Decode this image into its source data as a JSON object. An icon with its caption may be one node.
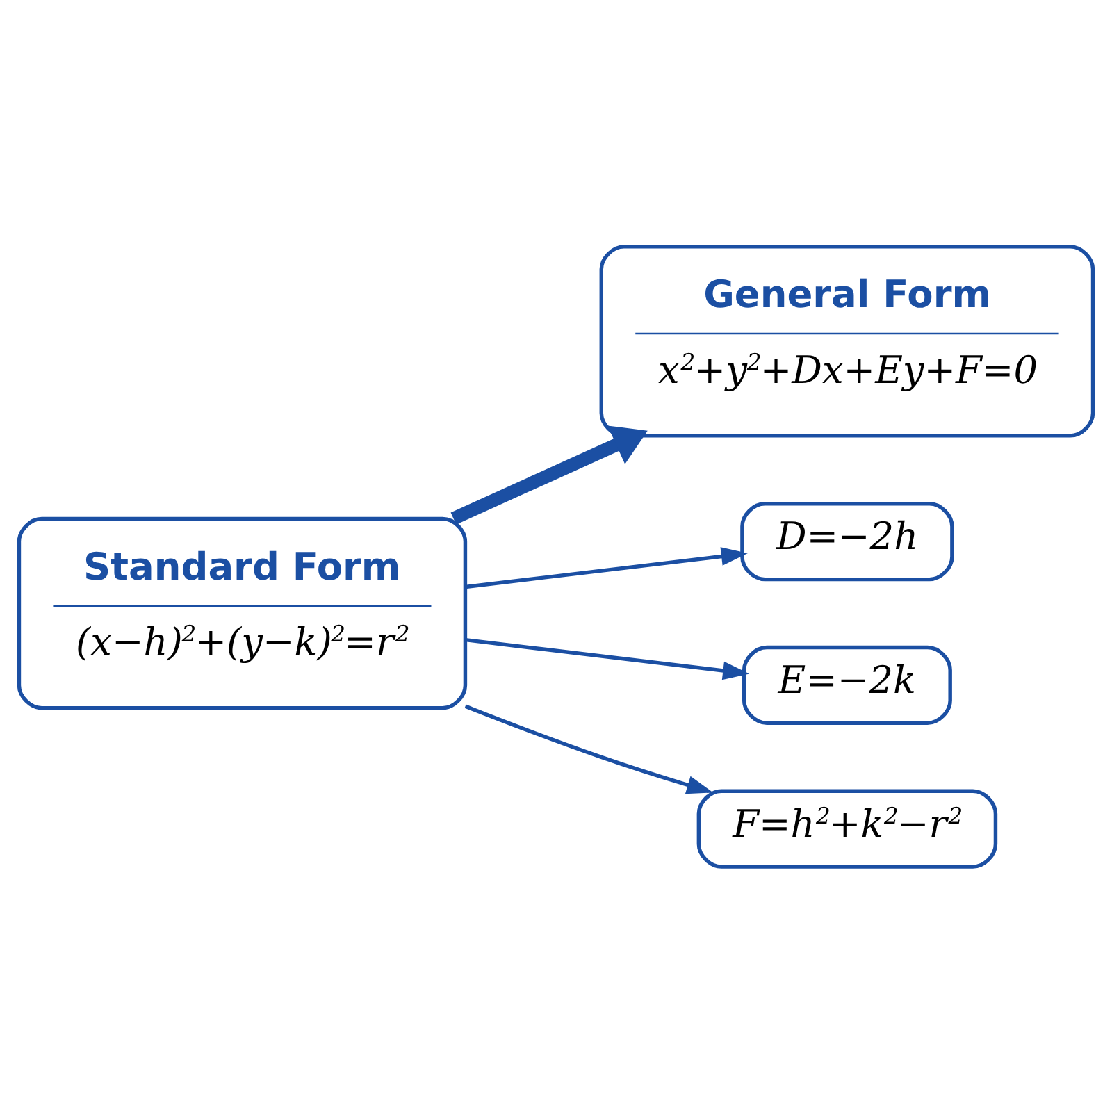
{
  "diagram": {
    "nodes": [
      {
        "text": [
          "Standard Form",
          "(x−h)$^{2}$+(y−k)$^{2}$=r$^{2}$"
        ]
      },
      {
        "text": [
          "General Form",
          "x$^{2}$+y$^{2}$+Dx+Ey+F=0"
        ]
      },
      {
        "text": [
          "D=−2h"
        ]
      },
      {
        "text": [
          "E=−2k"
        ]
      },
      {
        "text": [
          "F=h$^{2}$+k$^{2}$−r$^{2}$"
        ]
      }
    ],
    "edges": [
      {
        "from": 0,
        "to": 1,
        "arrow": "to",
        "style": "thick"
      },
      {
        "from": 0,
        "to": 2,
        "arrow": "to"
      },
      {
        "from": 0,
        "to": 3,
        "arrow": "to"
      },
      {
        "from": 0,
        "to": 4,
        "arrow": "to"
      }
    ]
  }
}
